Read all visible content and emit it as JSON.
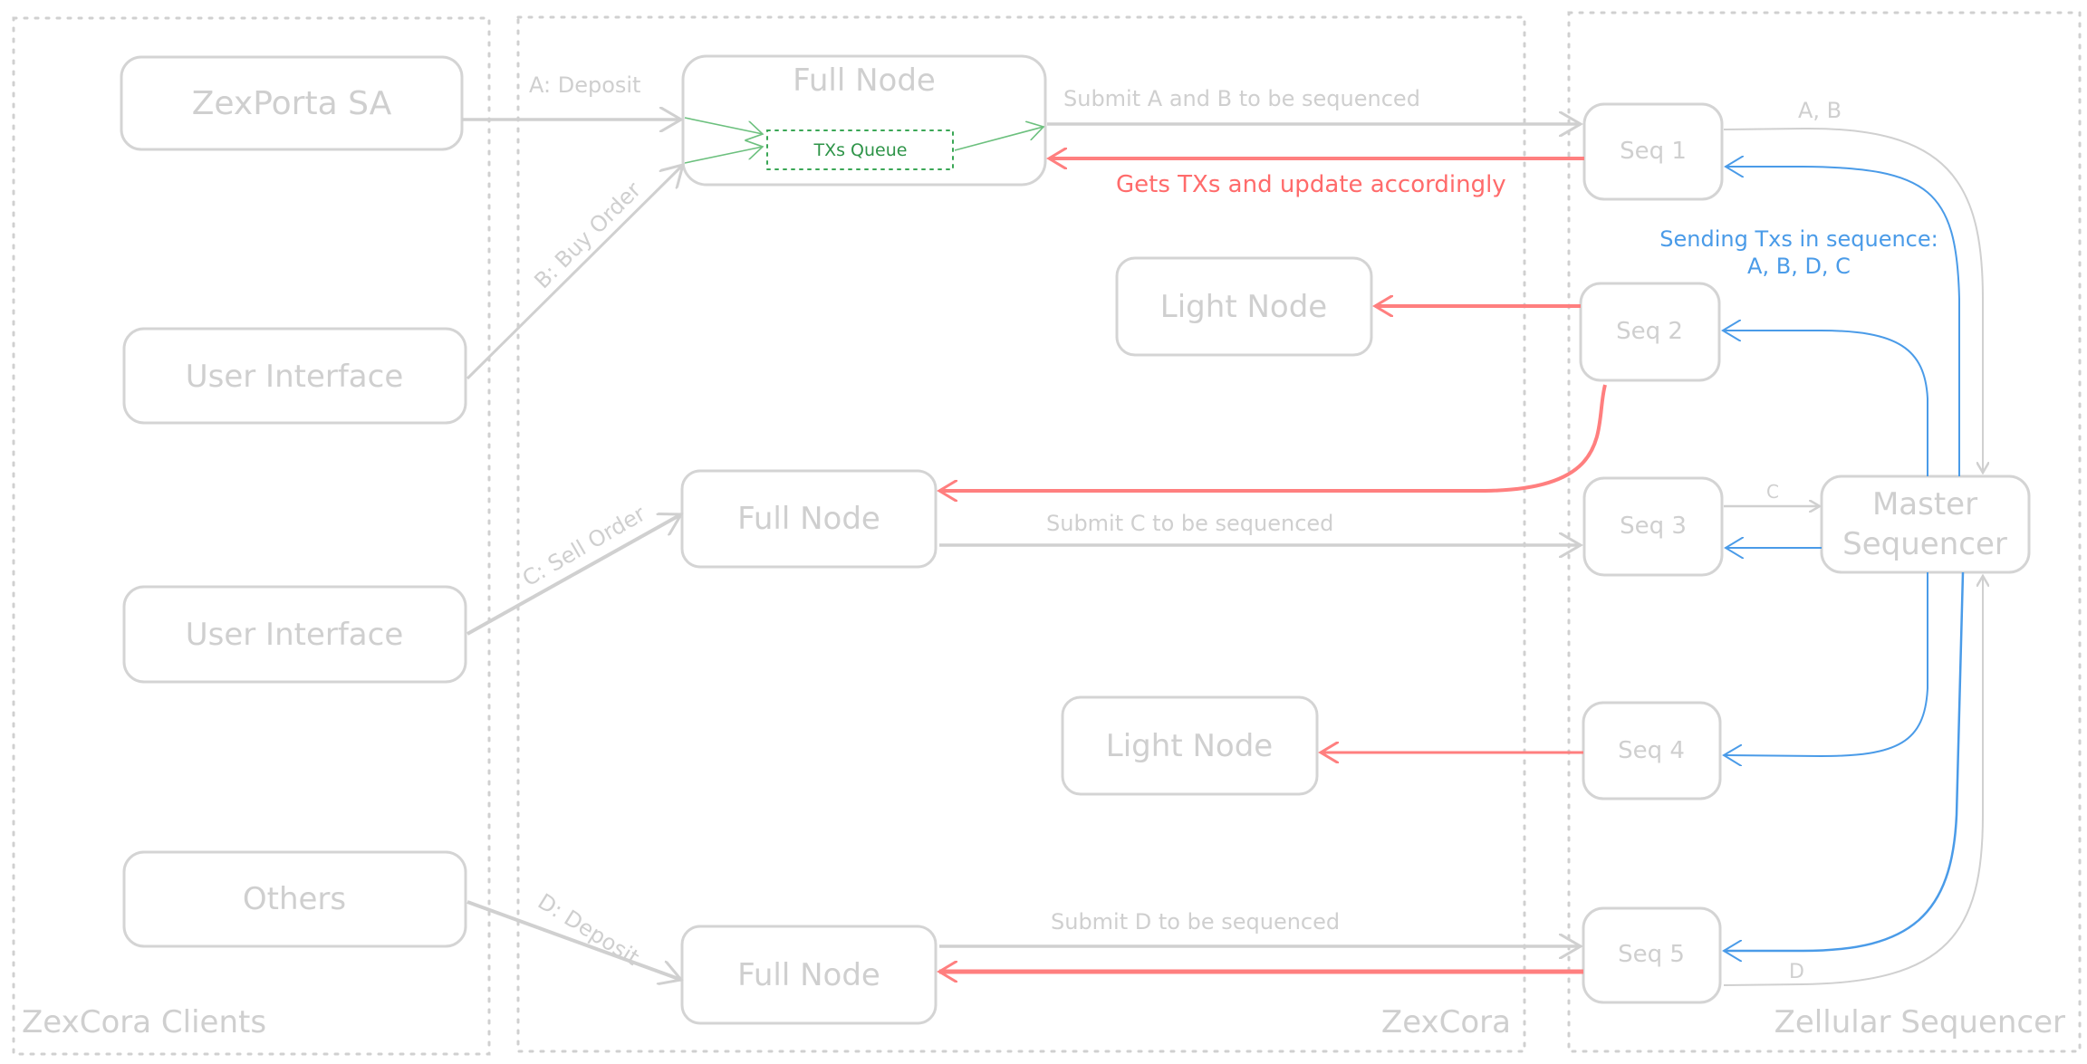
{
  "colors": {
    "neutral": "#d0d0d0",
    "red": "#ff7f7f",
    "blue": "#4a9be8",
    "green": "#3aa655"
  },
  "groups": {
    "clients": "ZexCora Clients",
    "zexcora": "ZexCora",
    "zellular": "Zellular Sequencer"
  },
  "clients": {
    "zexporta": "ZexPorta SA",
    "ui1": "User Interface",
    "ui2": "User Interface",
    "others": "Others"
  },
  "zexcora_nodes": {
    "full_node_1": "Full Node",
    "txs_queue": "TXs Queue",
    "light_node_1": "Light Node",
    "full_node_2": "Full Node",
    "light_node_2": "Light Node",
    "full_node_3": "Full Node"
  },
  "sequencer_nodes": {
    "seq1": "Seq 1",
    "seq2": "Seq 2",
    "seq3": "Seq 3",
    "seq4": "Seq 4",
    "seq5": "Seq 5",
    "master_line1": "Master",
    "master_line2": "Sequencer"
  },
  "edge_labels": {
    "a_deposit": "A: Deposit",
    "b_buy": "B: Buy Order",
    "c_sell": "C: Sell Order",
    "d_deposit": "D: Deposit",
    "submit_ab": "Submit A and B to be sequenced",
    "gets_txs": "Gets TXs and update accordingly",
    "submit_c": "Submit C to be sequenced",
    "submit_d": "Submit D to be sequenced",
    "ab": "A, B",
    "c": "C",
    "d": "D",
    "sending_line1": "Sending Txs in sequence:",
    "sending_line2": "A, B, D, C"
  }
}
